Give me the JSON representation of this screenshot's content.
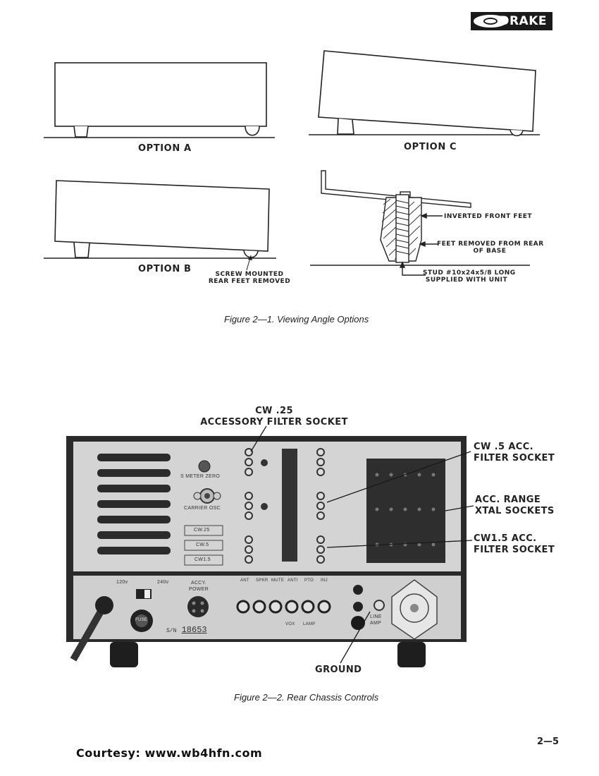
{
  "header": {
    "brand": "DRAKE"
  },
  "figure1": {
    "option_a": "OPTION A",
    "option_b": "OPTION B",
    "option_c": "OPTION C",
    "screw_note": [
      "SCREW MOUNTED",
      "REAR FEET REMOVED"
    ],
    "inverted_front_feet": "INVERTED FRONT FEET",
    "feet_removed": [
      "FEET REMOVED FROM REAR",
      "OF BASE"
    ],
    "stud_note": [
      "STUD #10x24x5/8 LONG",
      "SUPPLIED WITH UNIT"
    ],
    "caption": "Figure 2—1.   Viewing Angle Options"
  },
  "figure2": {
    "cw25_callout": [
      "CW .25",
      "ACCESSORY FILTER SOCKET"
    ],
    "cw5_callout": [
      "CW .5 ACC.",
      "FILTER SOCKET"
    ],
    "xtal_callout": [
      "ACC. RANGE",
      "XTAL SOCKETS"
    ],
    "cw15_callout": [
      "CW1.5 ACC.",
      "FILTER SOCKET"
    ],
    "ground_callout": "GROUND",
    "panel_labels": {
      "s_meter_zero": "S METER ZERO",
      "carrier_osc": "CARRIER OSC",
      "cw25": "CW.25",
      "cw5": "CW.5",
      "cw15": "CW1.5",
      "v120": "120v",
      "v240": "240v",
      "accy_power": [
        "ACCY.",
        "POWER"
      ],
      "serial_prefix": "S/N",
      "serial": "18653",
      "line_amp": [
        "LINE",
        "AMP"
      ],
      "jacks": [
        "ANT",
        "SPKR",
        "MUTE",
        "ANTI",
        "PTO",
        "INJ"
      ],
      "under_jacks": [
        "VOX",
        "LAMP"
      ],
      "fuse": "FUSE"
    },
    "caption": "Figure 2—2.   Rear Chassis Controls"
  },
  "footer": {
    "courtesy": "Courtesy: www.wb4hfn.com",
    "page_number": "2—5"
  }
}
